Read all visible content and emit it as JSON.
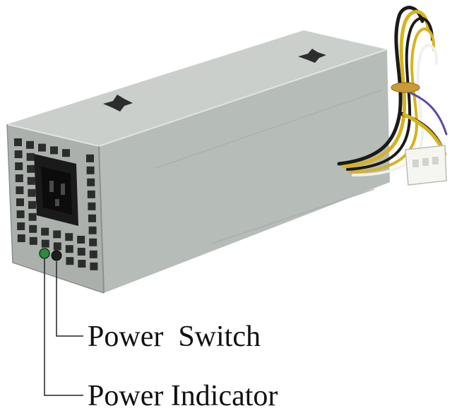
{
  "photo": {
    "subject": "desktop-power-supply-unit",
    "colors": {
      "background": "#ffffff",
      "housing_top": "#c9ceca",
      "housing_side": "#b4bab6",
      "housing_front": "#a9aeaa",
      "vent_hole": "#2a2d2c",
      "ac_inlet": "#141414",
      "indicator_led": "#2f8a3f",
      "switch_button": "#1e1e1e",
      "wire_yellow": "#d8b21e",
      "wire_black": "#1a1a1a",
      "wire_white": "#f2f2f2",
      "connector": "#f5f5f2",
      "leader_line": "#222222"
    }
  },
  "callouts": {
    "switch_label": "Power  Switch",
    "indicator_label": "Power Indicator"
  }
}
